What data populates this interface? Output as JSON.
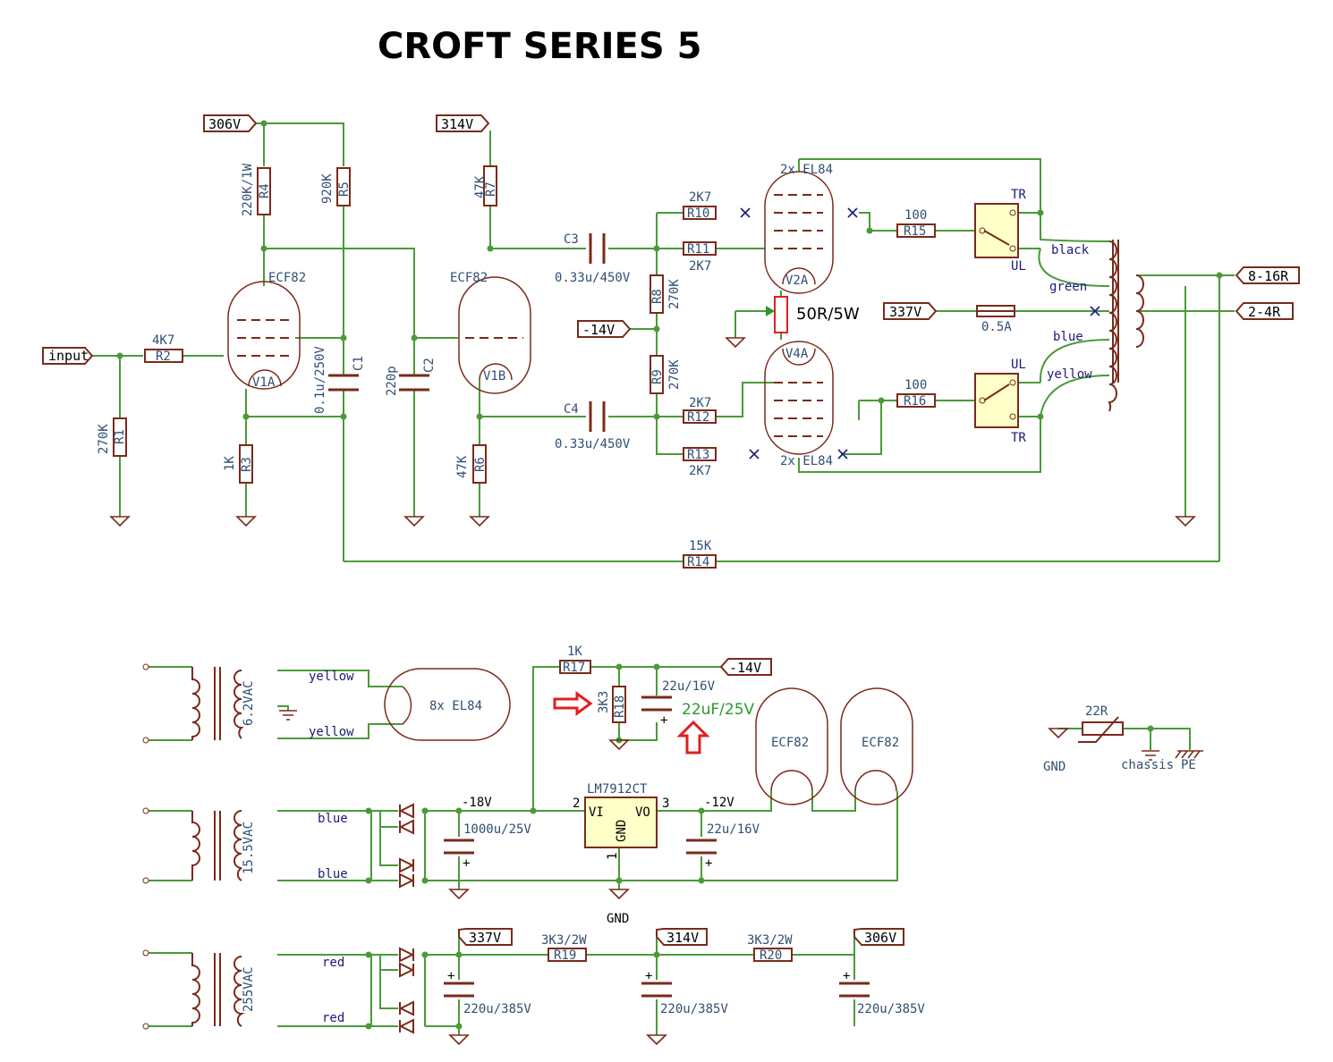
{
  "title": "CROFT SERIES 5",
  "flags": {
    "input": "input",
    "v306": "306V",
    "v314": "314V",
    "neg14": "-14V",
    "v337": "337V",
    "out8": "8-16R",
    "out2": "2-4R",
    "neg14b": "-14V",
    "p337": "337V",
    "p314": "314V",
    "p306": "306V"
  },
  "resistors": {
    "r1": {
      "ref": "R1",
      "val": "270K"
    },
    "r2": {
      "ref": "R2",
      "val": "4K7"
    },
    "r3": {
      "ref": "R3",
      "val": "1K"
    },
    "r4": {
      "ref": "R4",
      "val": "220K/1W"
    },
    "r5": {
      "ref": "R5",
      "val": "920K"
    },
    "r6": {
      "ref": "R6",
      "val": "47K"
    },
    "r7": {
      "ref": "R7",
      "val": "47K"
    },
    "r8": {
      "ref": "R8",
      "val": "270K"
    },
    "r9": {
      "ref": "R9",
      "val": "270K"
    },
    "r10": {
      "ref": "R10",
      "val": "2K7"
    },
    "r11": {
      "ref": "R11",
      "val": "2K7"
    },
    "r12": {
      "ref": "R12",
      "val": "2K7"
    },
    "r13": {
      "ref": "R13",
      "val": "2K7"
    },
    "r14": {
      "ref": "R14",
      "val": "15K"
    },
    "r15": {
      "ref": "R15",
      "val": "100"
    },
    "r16": {
      "ref": "R16",
      "val": "100"
    },
    "r17": {
      "ref": "R17",
      "val": "1K"
    },
    "r18": {
      "ref": "R18",
      "val": "3K3"
    },
    "r19": {
      "ref": "R19",
      "val": "3K3/2W"
    },
    "r20": {
      "ref": "R20",
      "val": "3K3/2W"
    }
  },
  "caps": {
    "c1": {
      "ref": "C1",
      "val": "0.1u/250V"
    },
    "c2": {
      "ref": "C2",
      "val": "220p"
    },
    "c3": {
      "ref": "C3",
      "val": "0.33u/450V"
    },
    "c4": {
      "ref": "C4",
      "val": "0.33u/450V"
    },
    "c_neg14": "22u/16V",
    "c_1000": "1000u/25V",
    "c_neg12": "22u/16V",
    "c_hv1": "220u/385V",
    "c_hv2": "220u/385V",
    "c_hv3": "220u/385V"
  },
  "tubes": {
    "v1a_type": "ECF82",
    "v1a_ref": "V1A",
    "v1b_type": "ECF82",
    "v1b_ref": "V1B",
    "v2a_qty": "2x EL84",
    "v2a_ref": "V2A",
    "v4a_ref": "V4A",
    "v4a_qty": "2x EL84",
    "heater_el84": "8x EL84",
    "heater_ecf1": "ECF82",
    "heater_ecf2": "ECF82"
  },
  "switches": {
    "tr_top": "TR",
    "ul_top": "UL",
    "ul_bot": "UL",
    "tr_bot": "TR"
  },
  "wires": {
    "black": "black",
    "green": "green",
    "blue": "blue",
    "yellow": "yellow",
    "fuse": "0.5A"
  },
  "bias": {
    "pot": "50R/5W"
  },
  "psu": {
    "sec1": "6.2VAC",
    "sec1_a": "yellow",
    "sec1_b": "yellow",
    "sec2": "15.5VAC",
    "sec2_a": "blue",
    "sec2_b": "blue",
    "sec3": "255VAC",
    "sec3_a": "red",
    "sec3_b": "red",
    "vin": "-18V",
    "vout": "-12V",
    "reg": "LM7912CT",
    "reg_vi": "VI",
    "reg_vo": "VO",
    "reg_gnd": "GND",
    "pin2": "2",
    "pin3": "3",
    "pin1": "1",
    "gnd_label": "GND",
    "annot": "22uF/25V"
  },
  "earth": {
    "ntc": "22R",
    "gnd": "GND",
    "chassis": "chassis",
    "pe": "PE"
  }
}
